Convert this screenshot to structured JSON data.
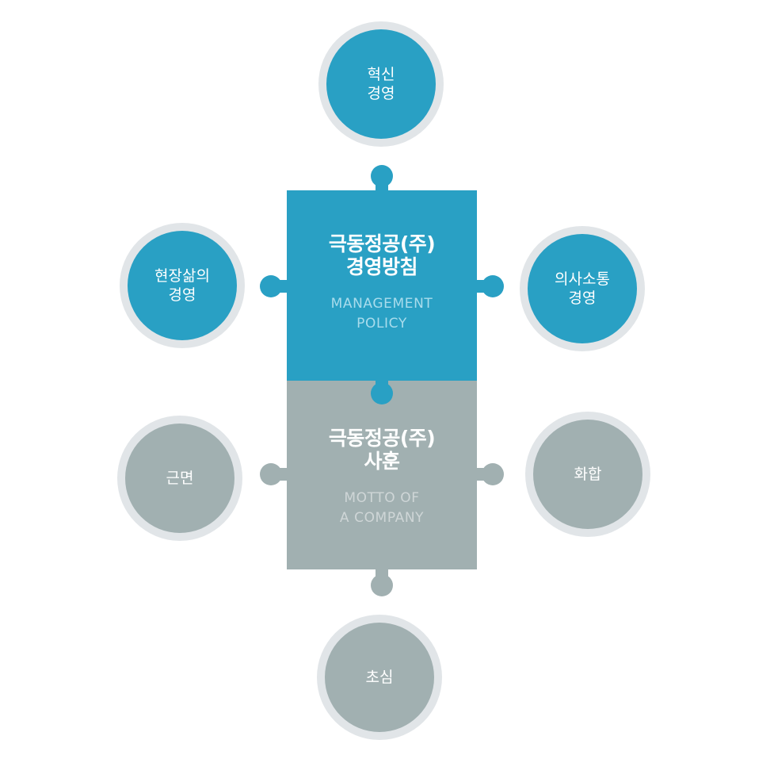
{
  "colors": {
    "blue": "#29a0c4",
    "gray": "#a1b0b1",
    "ring": "#e1e5e8",
    "blue_subtitle": "#a9dcec",
    "gray_subtitle": "#cfd6d7"
  },
  "management_policy": {
    "title_line1": "극동정공(주)",
    "title_line2": "경영방침",
    "subtitle_line1": "MANAGEMENT",
    "subtitle_line2": "POLICY",
    "items": {
      "top": {
        "line1": "혁신",
        "line2": "경영"
      },
      "left": {
        "line1": "현장삶의",
        "line2": "경영"
      },
      "right": {
        "line1": "의사소통",
        "line2": "경영"
      }
    }
  },
  "company_motto": {
    "title_line1": "극동정공(주)",
    "title_line2": "사훈",
    "subtitle_line1": "MOTTO OF",
    "subtitle_line2": "A COMPANY",
    "items": {
      "left": {
        "line1": "근면"
      },
      "right": {
        "line1": "화합"
      },
      "bottom": {
        "line1": "초심"
      }
    }
  }
}
